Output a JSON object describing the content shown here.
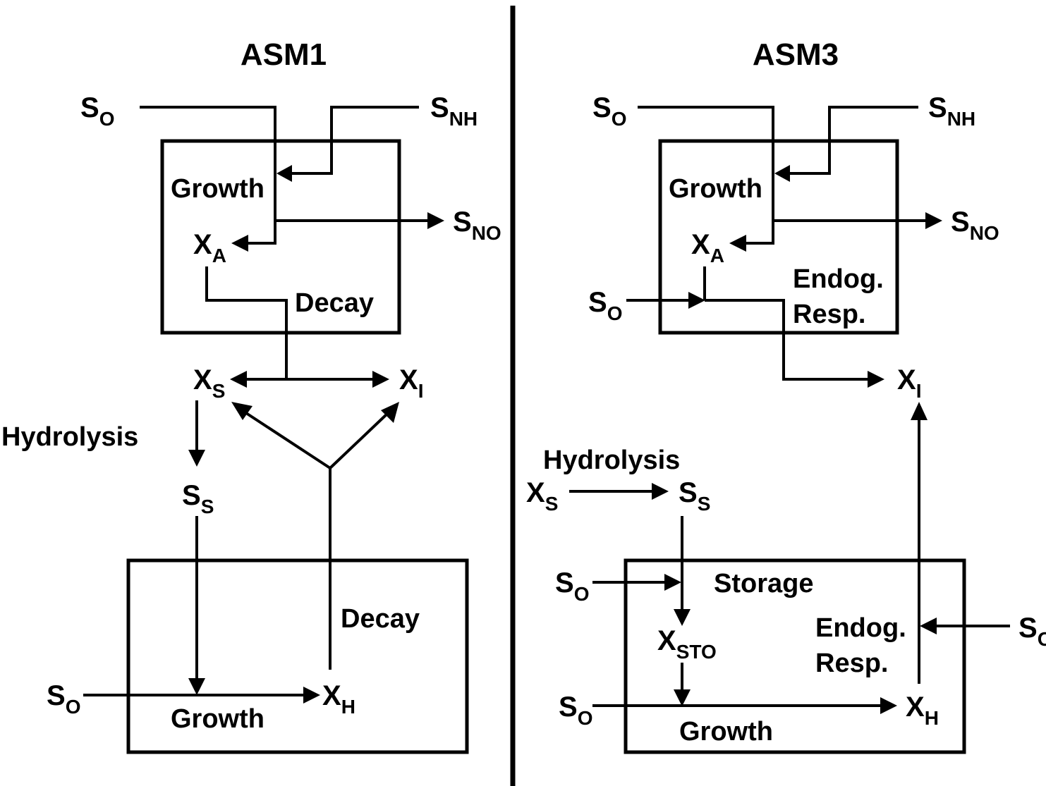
{
  "diagram": {
    "separator": true,
    "panels": [
      {
        "id": "asm1",
        "title": "ASM1",
        "autotroph_box": {
          "processes": [
            "Growth",
            "Decay"
          ]
        },
        "heterotroph_box": {
          "processes": [
            "Decay",
            "Growth"
          ]
        },
        "free_processes": [
          "Hydrolysis"
        ],
        "variables": {
          "so_top": {
            "base": "S",
            "sub": "O"
          },
          "snh": {
            "base": "S",
            "sub": "NH"
          },
          "sno": {
            "base": "S",
            "sub": "NO"
          },
          "xa": {
            "base": "X",
            "sub": "A"
          },
          "xs": {
            "base": "X",
            "sub": "S"
          },
          "xi": {
            "base": "X",
            "sub": "I"
          },
          "ss": {
            "base": "S",
            "sub": "S"
          },
          "so_bottom": {
            "base": "S",
            "sub": "O"
          },
          "xh": {
            "base": "X",
            "sub": "H"
          }
        }
      },
      {
        "id": "asm3",
        "title": "ASM3",
        "autotroph_box": {
          "processes": [
            "Growth",
            "Endog.",
            "Resp."
          ]
        },
        "heterotroph_box": {
          "processes": [
            "Storage",
            "Endog.",
            "Resp.",
            "Growth"
          ]
        },
        "free_processes": [
          "Hydrolysis"
        ],
        "variables": {
          "so_top": {
            "base": "S",
            "sub": "O"
          },
          "snh": {
            "base": "S",
            "sub": "NH"
          },
          "sno": {
            "base": "S",
            "sub": "NO"
          },
          "xa": {
            "base": "X",
            "sub": "A"
          },
          "so_resp_a": {
            "base": "S",
            "sub": "O"
          },
          "xi": {
            "base": "X",
            "sub": "I"
          },
          "xs": {
            "base": "X",
            "sub": "S"
          },
          "ss": {
            "base": "S",
            "sub": "S"
          },
          "so_storage": {
            "base": "S",
            "sub": "O"
          },
          "xsto": {
            "base": "X",
            "sub": "STO"
          },
          "so_resp_h": {
            "base": "S",
            "sub": "O"
          },
          "so_growth": {
            "base": "S",
            "sub": "O"
          },
          "xh": {
            "base": "X",
            "sub": "H"
          }
        }
      }
    ]
  }
}
